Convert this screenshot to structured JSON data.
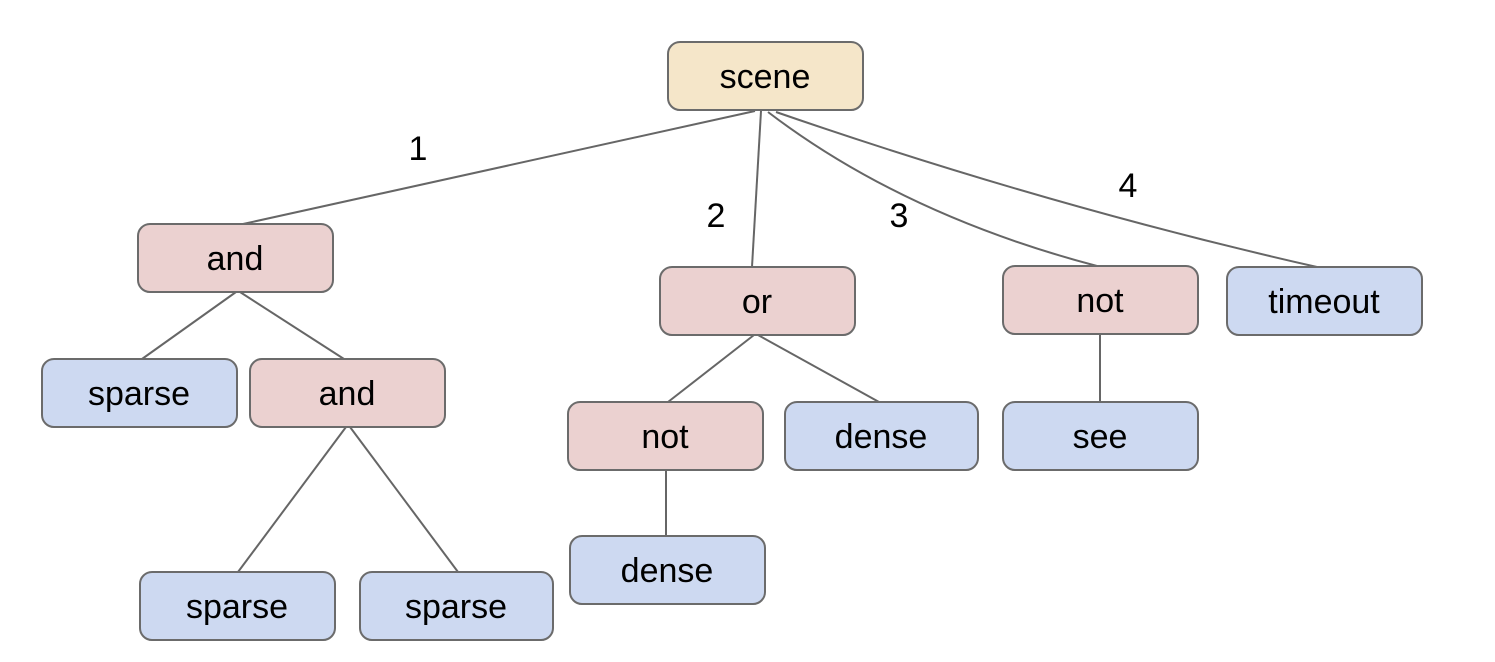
{
  "palette": {
    "root_fill": "#f5e6c9",
    "operator_fill": "#ebd1d0",
    "leaf_fill": "#cdd9f1",
    "node_border": "#6b6b6b",
    "edge_color": "#666666",
    "text_color": "#000000"
  },
  "nodes": {
    "scene": {
      "label": "scene",
      "kind": "root"
    },
    "and1": {
      "label": "and",
      "kind": "operator"
    },
    "or1": {
      "label": "or",
      "kind": "operator"
    },
    "not1": {
      "label": "not",
      "kind": "operator"
    },
    "timeout": {
      "label": "timeout",
      "kind": "leaf"
    },
    "sparse1": {
      "label": "sparse",
      "kind": "leaf"
    },
    "and2": {
      "label": "and",
      "kind": "operator"
    },
    "not2": {
      "label": "not",
      "kind": "operator"
    },
    "dense1": {
      "label": "dense",
      "kind": "leaf"
    },
    "see": {
      "label": "see",
      "kind": "leaf"
    },
    "sparse2": {
      "label": "sparse",
      "kind": "leaf"
    },
    "sparse3": {
      "label": "sparse",
      "kind": "leaf"
    },
    "dense2": {
      "label": "dense",
      "kind": "leaf"
    }
  },
  "edge_labels": {
    "branch1": "1",
    "branch2": "2",
    "branch3": "3",
    "branch4": "4"
  },
  "hierarchy": {
    "label": "scene",
    "children": [
      {
        "branch": "1",
        "label": "and",
        "children": [
          {
            "label": "sparse"
          },
          {
            "label": "and",
            "children": [
              {
                "label": "sparse"
              },
              {
                "label": "sparse"
              }
            ]
          }
        ]
      },
      {
        "branch": "2",
        "label": "or",
        "children": [
          {
            "label": "not",
            "children": [
              {
                "label": "dense"
              }
            ]
          },
          {
            "label": "dense"
          }
        ]
      },
      {
        "branch": "3",
        "label": "not",
        "children": [
          {
            "label": "see"
          }
        ]
      },
      {
        "branch": "4",
        "label": "timeout"
      }
    ]
  }
}
